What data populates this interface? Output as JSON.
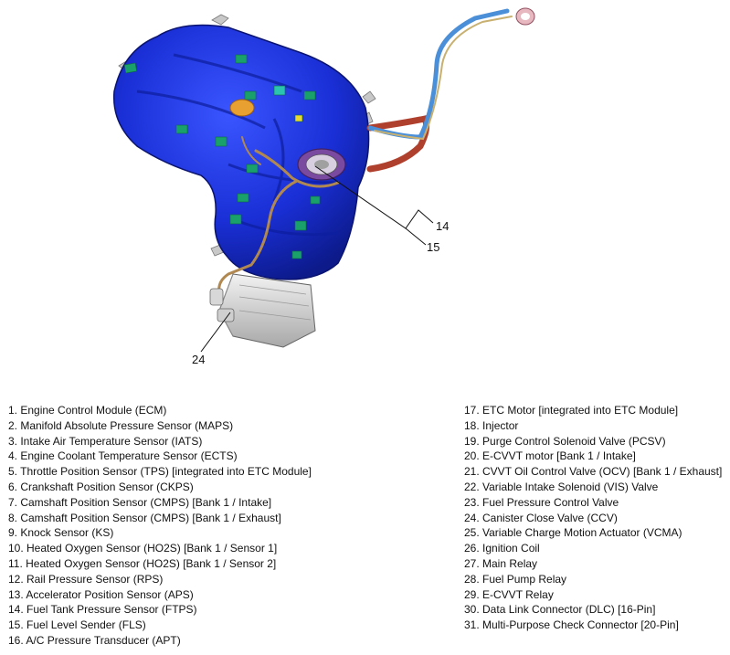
{
  "callouts": {
    "c14": "14",
    "c15": "15",
    "c24": "24"
  },
  "legend": {
    "left": [
      "1. Engine Control Module (ECM)",
      "2. Manifold Absolute Pressure Sensor (MAPS)",
      "3. Intake Air Temperature Sensor (IATS)",
      "4. Engine Coolant Temperature Sensor (ECTS)",
      "5. Throttle Position Sensor (TPS) [integrated into ETC Module]",
      "6. Crankshaft Position Sensor (CKPS)",
      "7. Camshaft Position Sensor (CMPS) [Bank 1 / Intake]",
      "8. Camshaft Position Sensor (CMPS) [Bank 1 / Exhaust]",
      "9. Knock Sensor (KS)",
      "10. Heated Oxygen Sensor (HO2S) [Bank 1 / Sensor 1]",
      "11. Heated Oxygen Sensor (HO2S) [Bank 1 / Sensor 2]",
      "12. Rail Pressure Sensor (RPS)",
      "13. Accelerator Position Sensor (APS)",
      "14. Fuel Tank Pressure Sensor (FTPS)",
      "15. Fuel Level Sender (FLS)",
      "16. A/C Pressure Transducer (APT)"
    ],
    "right": [
      "17. ETC Motor [integrated into ETC Module]",
      "18. Injector",
      "19. Purge Control Solenoid Valve (PCSV)",
      "20. E-CVVT motor [Bank 1 / Intake]",
      "21. CVVT Oil Control Valve (OCV) [Bank 1 / Exhaust]",
      "22. Variable Intake Solenoid (VIS) Valve",
      "23. Fuel Pressure Control Valve",
      "24. Canister Close Valve (CCV)",
      "25. Variable Charge Motion Actuator (VCMA)",
      "26. Ignition Coil",
      "27. Main Relay",
      "28. Fuel Pump Relay",
      "29. E-CVVT Relay",
      "30. Data Link Connector (DLC) [16-Pin]",
      "31. Multi-Purpose Check Connector [20-Pin]"
    ]
  },
  "colors": {
    "tank": "#1a2fd6",
    "tank_dark": "#0c1a8a",
    "pads": "#1aa06a",
    "pipe_red": "#b0402e",
    "pipe_blue": "#4a8fd8",
    "canister": "#d8d8d8"
  }
}
